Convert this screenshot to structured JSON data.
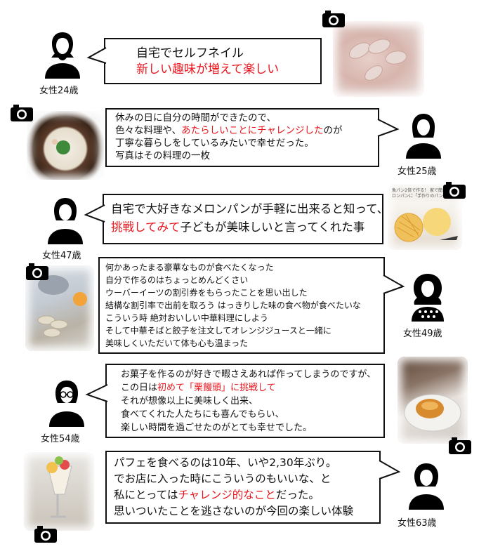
{
  "posts": [
    {
      "person_label": "女性24歳",
      "lines": [
        [
          {
            "t": "自宅でセルフネイル",
            "r": false
          }
        ],
        [
          {
            "t": "新しい趣味が増えて楽しい",
            "r": true
          }
        ]
      ],
      "photo_icon": "nail-photo"
    },
    {
      "person_label": "女性25歳",
      "lines": [
        [
          {
            "t": "休みの日に自分の時間ができたので、",
            "r": false
          }
        ],
        [
          {
            "t": "色々な料理や、",
            "r": false
          },
          {
            "t": "あたらしいことにチャレンジした",
            "r": true
          },
          {
            "t": "のが",
            "r": false
          }
        ],
        [
          {
            "t": "丁寧な暮らしをしているみたいで幸せだった。",
            "r": false
          }
        ],
        [
          {
            "t": "写真はその料理の一枚",
            "r": false
          }
        ]
      ],
      "photo_icon": "ramen-photo"
    },
    {
      "person_label": "女性47歳",
      "lines": [
        [
          {
            "t": "自宅で大好きなメロンパンが手軽に出来ると知って、",
            "r": false
          }
        ],
        [
          {
            "t": "挑戦してみて",
            "r": true
          },
          {
            "t": "子どもが美味しいと言ってくれた事",
            "r": false
          }
        ]
      ],
      "photo_icon": "melonpan-photo",
      "photo_caption": "魚パン2倍で作る！ 家で簡単調理\nロンパンに「手作りのパン」！"
    },
    {
      "person_label": "女性49歳",
      "lines": [
        [
          {
            "t": "何かあったまる豪華なものが食べたくなった",
            "r": false
          }
        ],
        [
          {
            "t": "自分で作るのはちょっとめんどくさい",
            "r": false
          }
        ],
        [
          {
            "t": "ウーバーイーツの割引券をもらったことを思い出した",
            "r": false
          }
        ],
        [
          {
            "t": "結構な割引率で出前を取ろう はっきりした味の食べ物が食べたいな",
            "r": false
          }
        ],
        [
          {
            "t": "こういう時 絶対おいしい中華料理にしよう",
            "r": false
          }
        ],
        [
          {
            "t": "そして中華そばと餃子を注文してオレンジジュースと一緒に",
            "r": false
          }
        ],
        [
          {
            "t": "美味しくいただいて体も心も温まった",
            "r": false
          }
        ]
      ],
      "photo_icon": "gyoza-photo"
    },
    {
      "person_label": "女性54歳",
      "lines": [
        [
          {
            "t": "お菓子を作るのが好きで暇さえあれば作ってしまうのですが、",
            "r": false
          }
        ],
        [
          {
            "t": "この日は",
            "r": false
          },
          {
            "t": "初めて「栗饅頭」に挑戦して",
            "r": true
          }
        ],
        [
          {
            "t": "それが想像以上に美味しく出来、",
            "r": false
          }
        ],
        [
          {
            "t": "食べてくれた人たちにも喜んでもらい、",
            "r": false
          }
        ],
        [
          {
            "t": "楽しい時間を過ごせたのがとても幸せでした。",
            "r": false
          }
        ]
      ],
      "photo_icon": "kurimanju-photo"
    },
    {
      "person_label": "女性63歳",
      "lines": [
        [
          {
            "t": "パフェを食べるのは10年、いや2,30年ぶり。",
            "r": false
          }
        ],
        [
          {
            "t": "でお店に入った時にこういうのもいいな、と",
            "r": false
          }
        ],
        [
          {
            "t": "私にとっては",
            "r": false
          },
          {
            "t": "チャレンジ的なこと",
            "r": true
          },
          {
            "t": "だった。",
            "r": false
          }
        ],
        [
          {
            "t": "思いついたことを逃さないのが今回の楽しい体験",
            "r": false
          }
        ]
      ],
      "photo_icon": "parfait-photo"
    }
  ],
  "colors": {
    "accent_red": "#e8141c",
    "ink": "#111111"
  },
  "icons": {
    "person": "woman-silhouette-icon",
    "camera": "camera-icon"
  }
}
